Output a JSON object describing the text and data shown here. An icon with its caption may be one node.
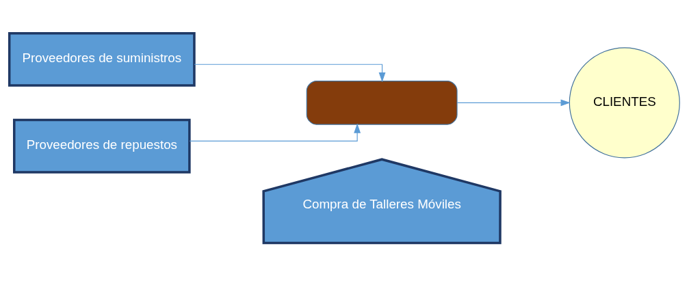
{
  "diagram": {
    "nodes": [
      {
        "text": [
          "Proveedores de suministros"
        ]
      },
      {
        "text": [
          "Proveedores de repuestos"
        ]
      },
      {
        "text": [],
        "shape": "box"
      },
      {
        "text": [
          "CLIENTES"
        ]
      },
      {
        "text": [
          "Compra de Talleres Móviles"
        ]
      }
    ],
    "edges": [
      {
        "from": 0,
        "to": 2,
        "arrow": "to"
      },
      {
        "from": 1,
        "to": 2,
        "arrow": "to"
      },
      {
        "from": 2,
        "to": 3,
        "arrow": "to"
      }
    ]
  }
}
